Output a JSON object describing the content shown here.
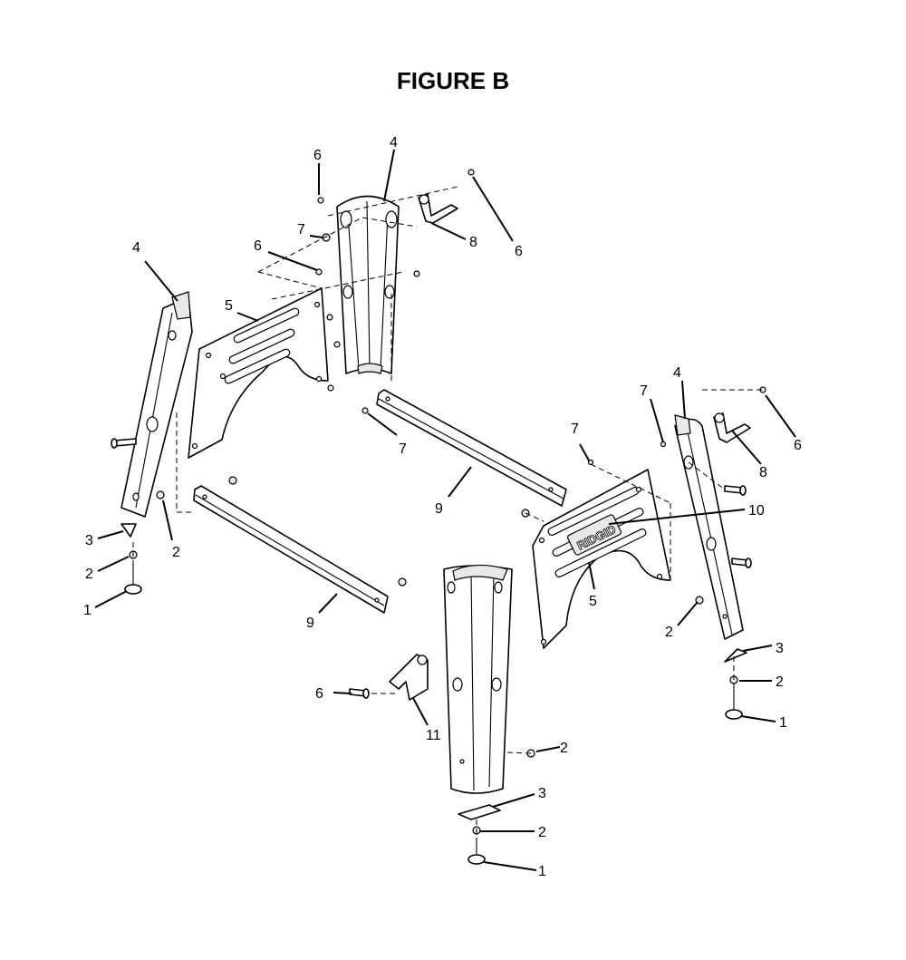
{
  "figure": {
    "title": "FIGURE B",
    "logo_text": "RIDGID"
  },
  "callouts": [
    {
      "id": "c1",
      "label": "6"
    },
    {
      "id": "c2",
      "label": "4"
    },
    {
      "id": "c3",
      "label": "7"
    },
    {
      "id": "c4",
      "label": "6"
    },
    {
      "id": "c5",
      "label": "8"
    },
    {
      "id": "c6",
      "label": "6"
    },
    {
      "id": "c7",
      "label": "4"
    },
    {
      "id": "c8",
      "label": "5"
    },
    {
      "id": "c9",
      "label": "7"
    },
    {
      "id": "c10",
      "label": "3"
    },
    {
      "id": "c11",
      "label": "2"
    },
    {
      "id": "c12",
      "label": "2"
    },
    {
      "id": "c13",
      "label": "1"
    },
    {
      "id": "c14",
      "label": "9"
    },
    {
      "id": "c15",
      "label": "9"
    },
    {
      "id": "c16",
      "label": "7"
    },
    {
      "id": "c17",
      "label": "7"
    },
    {
      "id": "c18",
      "label": "4"
    },
    {
      "id": "c19",
      "label": "6"
    },
    {
      "id": "c20",
      "label": "8"
    },
    {
      "id": "c21",
      "label": "10"
    },
    {
      "id": "c22",
      "label": "5"
    },
    {
      "id": "c23",
      "label": "2"
    },
    {
      "id": "c24",
      "label": "3"
    },
    {
      "id": "c25",
      "label": "2"
    },
    {
      "id": "c26",
      "label": "1"
    },
    {
      "id": "c27",
      "label": "6"
    },
    {
      "id": "c28",
      "label": "11"
    },
    {
      "id": "c29",
      "label": "2"
    },
    {
      "id": "c30",
      "label": "3"
    },
    {
      "id": "c31",
      "label": "2"
    },
    {
      "id": "c32",
      "label": "1"
    }
  ]
}
